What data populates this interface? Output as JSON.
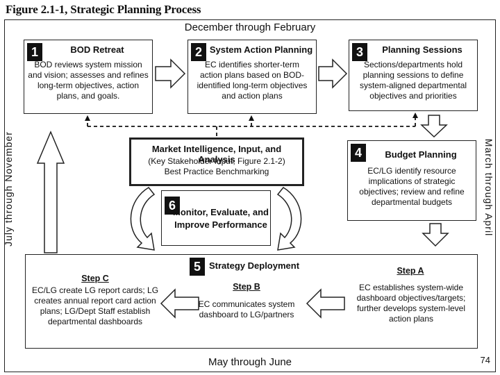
{
  "figure_title": "Figure 2.1-1, Strategic Planning Process",
  "bands": {
    "top": "December through February",
    "bottom": "May through June",
    "left": "July through November",
    "right": "March through April"
  },
  "boxes": {
    "bod_retreat": {
      "number": "1",
      "title": "BOD Retreat",
      "lines": [
        "BOD reviews system mission",
        "and vision; assesses and refines",
        "long-term objectives, action",
        "plans, and goals."
      ]
    },
    "system_action_planning": {
      "number": "2",
      "title": "System Action Planning",
      "lines": [
        "EC identifies shorter-term",
        "action plans based on BOD-",
        "identified long-term objectives",
        "and action plans"
      ]
    },
    "planning_sessions": {
      "number": "3",
      "title": "Planning Sessions",
      "lines": [
        "Sections/departments hold",
        "planning sessions to define",
        "system-aligned departmental",
        "objectives and priorities"
      ]
    },
    "budget_planning": {
      "number": "4",
      "title": "Budget Planning",
      "lines": [
        "EC/LG identify resource",
        "implications of strategic",
        "objectives; review and refine",
        "departmental budgets"
      ]
    },
    "strategy_deployment": {
      "number": "5",
      "title": "Strategy Deployment"
    },
    "monitor": {
      "number": "6",
      "lines": [
        "Monitor, Evaluate, and",
        "Improve Performance"
      ]
    },
    "market_intelligence": {
      "title": "Market Intelligence, Input, and Analysis",
      "lines": [
        "(Key Stakeholder Input, Figure 2.1-2)",
        "Best Practice Benchmarking"
      ]
    }
  },
  "steps": {
    "a": {
      "title": "Step A",
      "lines": [
        "EC establishes system-wide",
        "dashboard objectives/targets;",
        "further develops system-level",
        "action plans"
      ]
    },
    "b": {
      "title": "Step B",
      "lines": [
        "EC communicates system",
        "dashboard to LG/partners"
      ]
    },
    "c": {
      "title": "Step C",
      "lines": [
        "EC/LG create LG report cards; LG",
        "creates annual report card action",
        "plans;  LG/Dept Staff establish",
        "departmental dashboards"
      ]
    }
  },
  "page_number": "74"
}
